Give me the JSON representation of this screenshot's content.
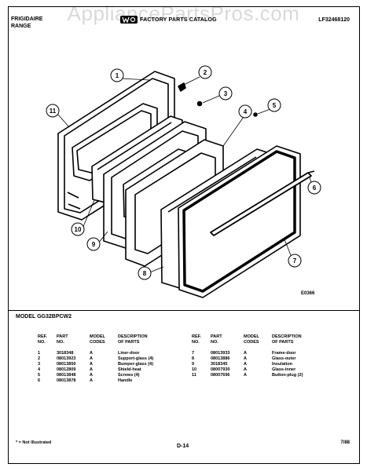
{
  "watermark": "AppliancePartsPros.com",
  "header": {
    "brand_line1": "FRIGIDAIRE",
    "brand_line2": "RANGE",
    "catalog_title": "FACTORY PARTS CATALOG",
    "catalog_number": "LF32468120"
  },
  "diagram": {
    "code": "E0366",
    "callouts": [
      "1",
      "2",
      "3",
      "4",
      "5",
      "6",
      "7",
      "8",
      "9",
      "10",
      "11"
    ]
  },
  "model_label": "MODEL GG32BPCW2",
  "table_headers": {
    "ref_no": [
      "REF.",
      "NO."
    ],
    "part_no": [
      "PART",
      "NO."
    ],
    "model_codes": [
      "MODEL",
      "CODES"
    ],
    "description": [
      "DESCRIPTION",
      "OF PARTS"
    ]
  },
  "parts_left": [
    {
      "ref": "1",
      "part": "3018348",
      "code": "A",
      "desc": "Liner-door"
    },
    {
      "ref": "2",
      "part": "08013923",
      "code": "A",
      "desc": "Support-glass (4)"
    },
    {
      "ref": "3",
      "part": "08013850",
      "code": "A",
      "desc": "Bumper-glass (4)"
    },
    {
      "ref": "4",
      "part": "08012809",
      "code": "A",
      "desc": "Shield-heat"
    },
    {
      "ref": "5",
      "part": "08013848",
      "code": "A",
      "desc": "Screws (4)"
    },
    {
      "ref": "6",
      "part": "08013878",
      "code": "A",
      "desc": "Handle"
    }
  ],
  "parts_right": [
    {
      "ref": "7",
      "part": "08013933",
      "code": "A",
      "desc": "Frame-door"
    },
    {
      "ref": "8",
      "part": "08013886",
      "code": "A",
      "desc": "Glass-outer"
    },
    {
      "ref": "9",
      "part": "3018345",
      "code": "A",
      "desc": "Insulation"
    },
    {
      "ref": "10",
      "part": "08007930",
      "code": "A",
      "desc": "Glass-inner"
    },
    {
      "ref": "11",
      "part": "08007696",
      "code": "A",
      "desc": "Button-plug (2)"
    }
  ],
  "footer": {
    "footnote": "* = Not Illustrated",
    "page": "D-14",
    "date": "7/88"
  }
}
